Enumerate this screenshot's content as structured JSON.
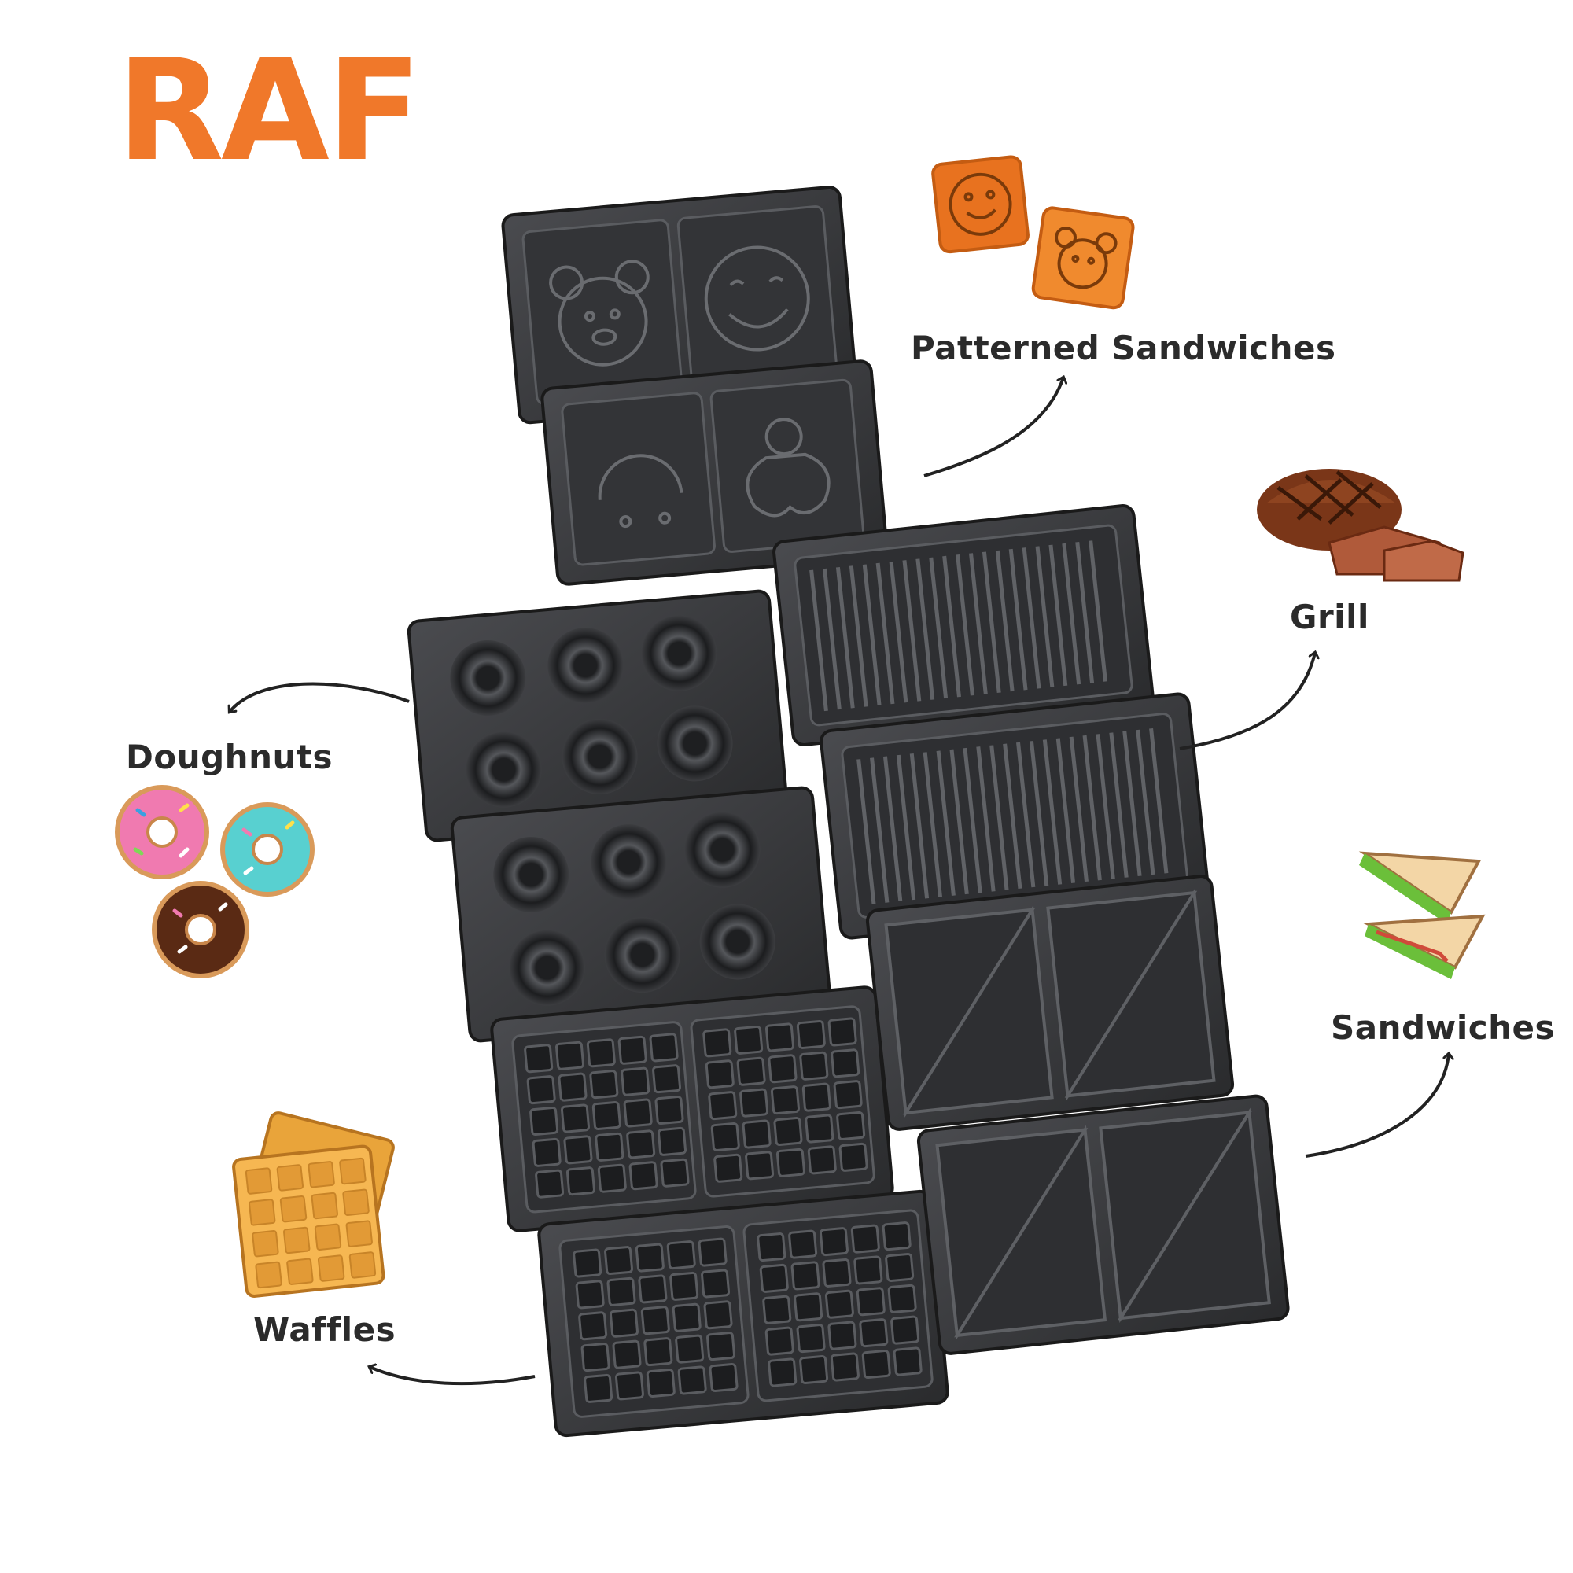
{
  "brand": {
    "logo_text": "RAF",
    "accent_color": "#f0782a"
  },
  "labels": {
    "patterned": "Patterned Sandwiches",
    "grill": "Grill",
    "doughnuts": "Doughnuts",
    "sandwiches": "Sandwiches",
    "waffles": "Waffles"
  },
  "plates": [
    {
      "type": "patterned-sandwich",
      "icon": "bear-and-smiley-plate"
    },
    {
      "type": "doughnut",
      "icon": "doughnut-plate"
    },
    {
      "type": "grill",
      "icon": "grill-plate"
    },
    {
      "type": "waffle",
      "icon": "waffle-plate"
    },
    {
      "type": "sandwich",
      "icon": "triangle-sandwich-plate"
    }
  ],
  "colors": {
    "plate_dark": "#2a2b2d",
    "plate_mid": "#3c3d40",
    "plate_rim": "#55575b",
    "text": "#2b2b2b"
  }
}
